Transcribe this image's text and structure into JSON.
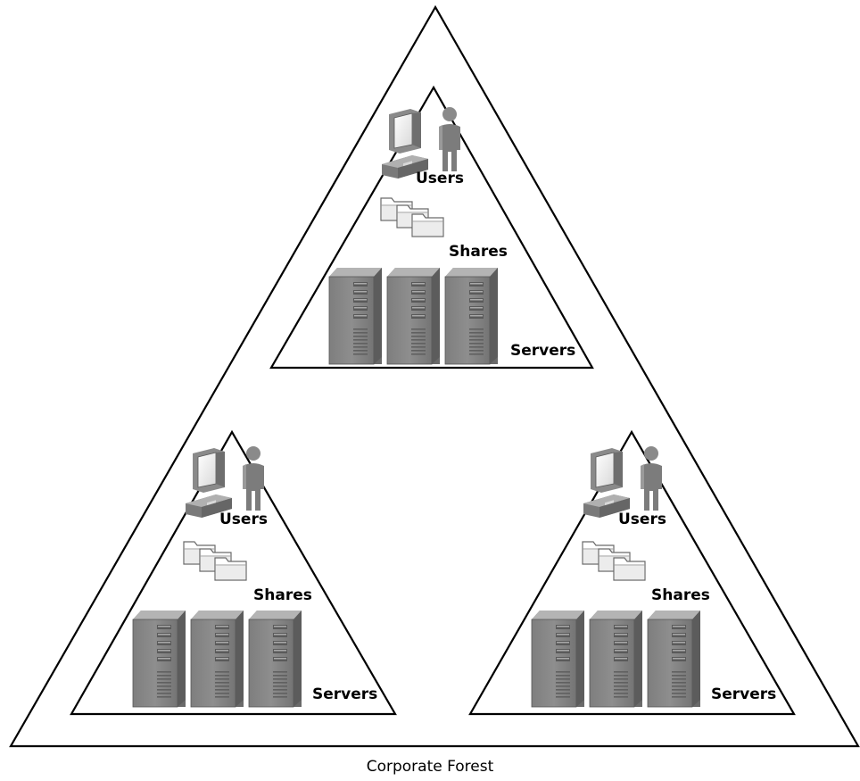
{
  "diagram": {
    "caption": "Corporate Forest",
    "domains": [
      {
        "id": "top",
        "labels": {
          "users": "Users",
          "shares": "Shares",
          "servers": "Servers"
        }
      },
      {
        "id": "left",
        "labels": {
          "users": "Users",
          "shares": "Shares",
          "servers": "Servers"
        }
      },
      {
        "id": "right",
        "labels": {
          "users": "Users",
          "shares": "Shares",
          "servers": "Servers"
        }
      }
    ]
  }
}
